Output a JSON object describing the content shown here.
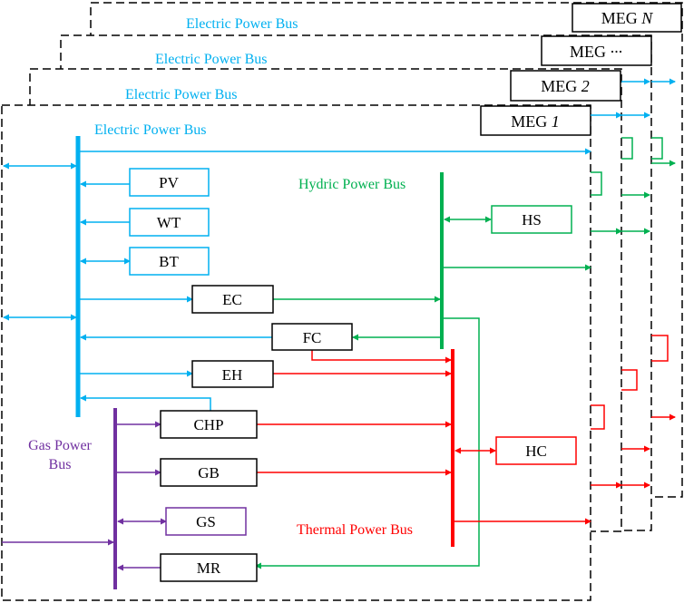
{
  "layers": [
    {
      "id": "meg-n",
      "bus_label": "Electric Power Bus",
      "title": "MEG",
      "index": "N"
    },
    {
      "id": "meg-dots",
      "bus_label": "Electric Power Bus",
      "title": "MEG",
      "index": "···"
    },
    {
      "id": "meg-2",
      "bus_label": "Electric Power Bus",
      "title": "MEG",
      "index": "2"
    },
    {
      "id": "meg-1",
      "bus_label": "Electric Power Bus",
      "title": "MEG",
      "index": "1"
    }
  ],
  "buses": {
    "electric": "Electric Power Bus",
    "hydric": "Hydric Power Bus",
    "gas_line1": "Gas Power",
    "gas_line2": "Bus",
    "thermal": "Thermal Power Bus"
  },
  "devices": {
    "pv": "PV",
    "wt": "WT",
    "bt": "BT",
    "ec": "EC",
    "fc": "FC",
    "eh": "EH",
    "hs": "HS",
    "chp": "CHP",
    "gb": "GB",
    "gs": "GS",
    "mr": "MR",
    "hc": "HC"
  },
  "colors": {
    "electric": "#00b0f0",
    "hydric": "#00b050",
    "thermal": "#ff0000",
    "gas": "#7030a0",
    "frame": "#000000"
  }
}
